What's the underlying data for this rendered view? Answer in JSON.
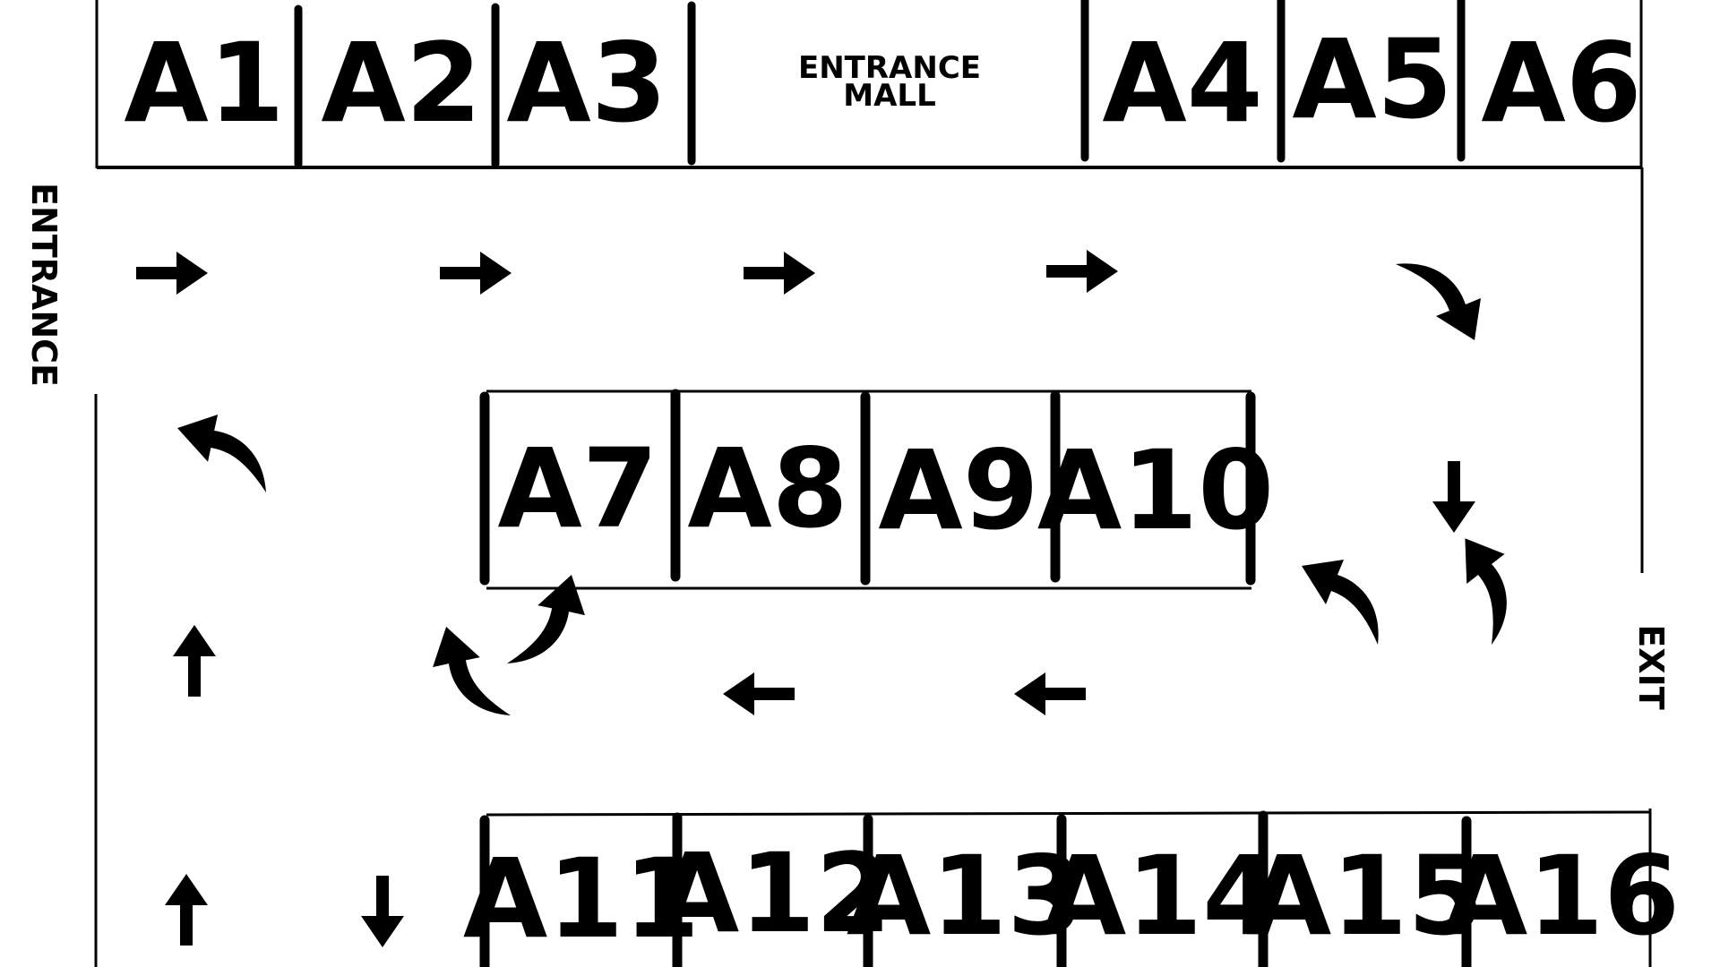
{
  "labels": {
    "entrance_mall_line1": "ENTRANCE",
    "entrance_mall_line2": "MALL",
    "entrance": "ENTRANCE",
    "exit": "EXIT"
  },
  "rows": {
    "top": [
      "A1",
      "A2",
      "A3",
      "A4",
      "A5",
      "A6"
    ],
    "middle": [
      "A7",
      "A8",
      "A9",
      "A10"
    ],
    "bottom": [
      "A11",
      "A12",
      "A13",
      "A14",
      "A15",
      "A16"
    ]
  },
  "arrows": {
    "top_lane": [
      "arrow-right-icon",
      "arrow-right-icon",
      "arrow-right-icon",
      "arrow-right-icon",
      "curve-down-icon"
    ],
    "right_lane": [
      "arrow-down-icon",
      "curve-down-left-icon",
      "curve-right-icon"
    ],
    "bottom_lane": [
      "arrow-left-icon",
      "arrow-left-icon",
      "curve-up-left-icon",
      "curve-down-left-icon"
    ],
    "left_lane": [
      "arrow-up-icon",
      "arrow-up-icon",
      "arrow-down-icon",
      "curve-up-right-icon"
    ]
  },
  "colors": {
    "ink": "#000000",
    "background": "#ffffff"
  }
}
